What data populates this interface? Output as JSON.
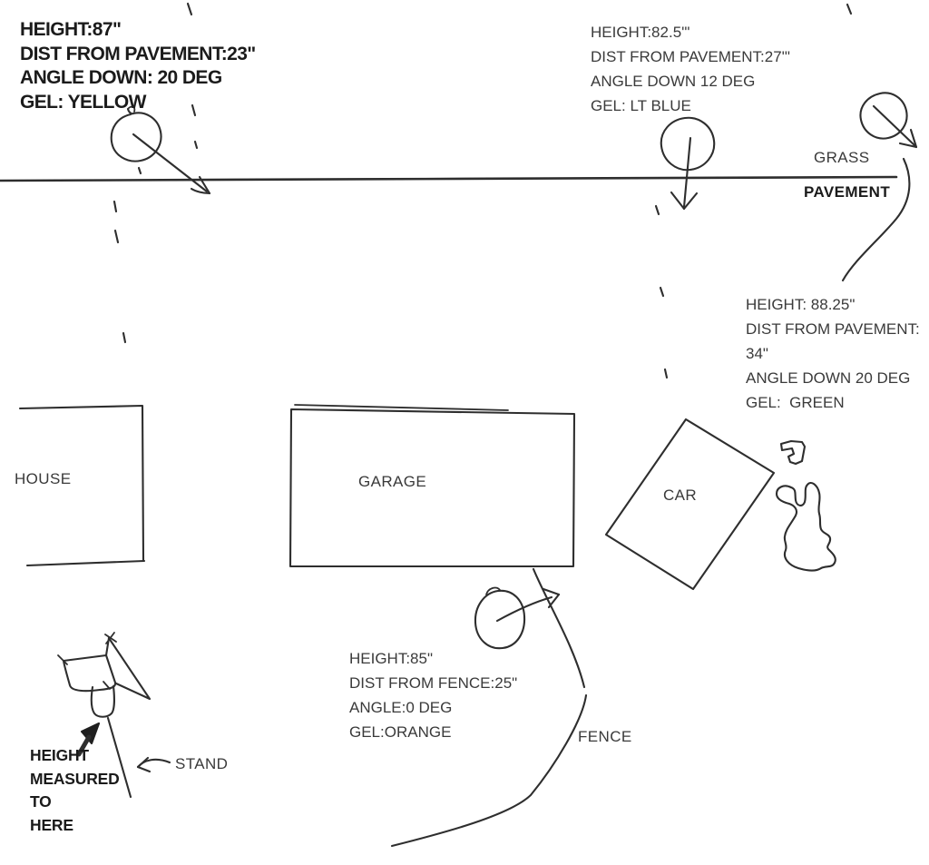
{
  "colors": {
    "ink": "#2e2e2e",
    "text": "#3a3a3a",
    "bold_text": "#1b1b1b",
    "background": "#ffffff"
  },
  "ground": {
    "grass_label": "GRASS",
    "pavement_label": "PAVEMENT"
  },
  "objects": {
    "house_label": "HOUSE",
    "garage_label": "GARAGE",
    "car_label": "CAR",
    "fence_label": "FENCE",
    "stand_label": "STAND"
  },
  "lights": [
    {
      "lines": [
        "HEIGHT:87\"",
        "DIST FROM PAVEMENT:23\"",
        "ANGLE DOWN: 20 DEG",
        "GEL: YELLOW"
      ]
    },
    {
      "lines": [
        "HEIGHT:82.5'\"",
        "DIST FROM PAVEMENT:27'\"",
        "ANGLE DOWN 12 DEG",
        "GEL: LT BLUE"
      ]
    },
    {
      "lines": [
        "HEIGHT: 88.25\"",
        "DIST FROM PAVEMENT:",
        "34\"",
        "ANGLE DOWN 20 DEG",
        "GEL:  GREEN"
      ]
    },
    {
      "lines": [
        "HEIGHT:85\"",
        "DIST FROM FENCE:25\"",
        "ANGLE:0 DEG",
        "GEL:ORANGE"
      ]
    }
  ],
  "stand_note_lines": [
    "HEIGHT",
    "MEASURED",
    "TO",
    "HERE"
  ]
}
